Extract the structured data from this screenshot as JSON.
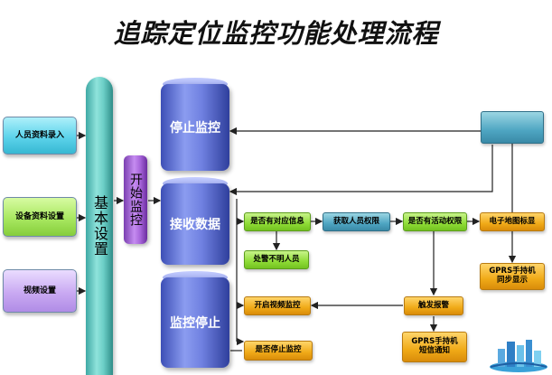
{
  "title": "追踪定位监控功能处理流程",
  "inputs": {
    "personnel": "人员资料录入",
    "equipment": "设备资料设置",
    "video": "视频设置"
  },
  "pillar_label": "基本设置",
  "start_label": "开始监控",
  "cylinders": {
    "stop_monitor": "停止监控",
    "receive_data": "接收数据",
    "monitor_stop": "监控停止"
  },
  "steps": {
    "has_person_info": "是否有对应信息",
    "get_permission": "获取人员权限",
    "has_activity_permission": "是否有活动权限",
    "map_mark": "电子地图标显",
    "unknown_person": "处警不明人员",
    "gprs_sync": "GPRS手持机\n同步显示",
    "open_video": "开启视频监控",
    "trigger_alarm": "触发报警",
    "whether_stop": "是否停止监控",
    "gprs_sms": "GPRS手持机\n短信通知"
  }
}
